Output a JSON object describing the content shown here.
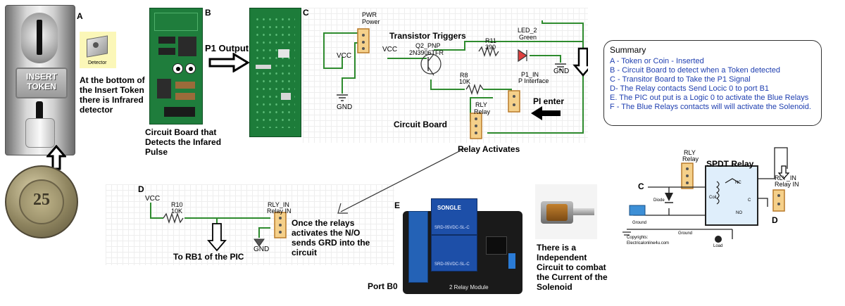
{
  "panel_a": {
    "letter": "A",
    "insert_text_1": "INSERT",
    "insert_text_2": "TOKEN",
    "coin_value": "25",
    "detector_label": "Detector",
    "caption": "At the bottom of the Insert Token there is Infrared detector"
  },
  "panel_b": {
    "letter": "B",
    "caption": "Circuit Board that Detects the Infared Pulse",
    "p1_output": "P1 Output"
  },
  "panel_c": {
    "letter": "C",
    "pwr_label_1": "PWR",
    "pwr_label_2": "Power",
    "vcc_1": "VCC",
    "vcc_2": "VCC",
    "gnd_1": "GND",
    "gnd_2": "GND",
    "transistor_triggers": "Transistor Triggers",
    "q2_label_1": "Q2_PNP",
    "q2_label_2": "2N3906TFR",
    "r11_label_1": "R11",
    "r11_label_2": "390",
    "led_label_1": "LED_2",
    "led_label_2": "Green",
    "r8_label_1": "R8",
    "r8_label_2": "10K",
    "p1_in_1": "P1_IN",
    "p1_in_2": "P Interface",
    "pi_enter": "PI enter",
    "rly_label_1": "RLY",
    "rly_label_2": "Relay",
    "circuit_board": "Circuit Board",
    "relay_activates": "Relay Activates"
  },
  "summary": {
    "title": "Summary",
    "items": [
      "A - Token or Coin - Inserted",
      "B - Circuit Board to detect when a Token detected",
      "C - Transitor Board to Take the P1 Signal",
      "D- The Relay contacts Send Locic 0 to port B1",
      "E. The PIC out put is a Logic 0 to activate the Blue Relays",
      "F - The Blue Relays contacts will will activate the Solenoid."
    ]
  },
  "panel_d": {
    "letter": "D",
    "vcc": "VCC",
    "r10_label_1": "R10",
    "r10_label_2": "10K",
    "rly_in_1": "RLY_IN",
    "rly_in_2": "Relay IN",
    "gnd": "GND",
    "to_rb1": "To RB1 of the PIC",
    "once_relays": "Once the relays activates the N/O sends GRD into the circuit"
  },
  "panel_e": {
    "letter": "E",
    "module_label": "2 Relay Module",
    "relay_brand": "SONGLE",
    "relay_spec": "SRD-05VDC-SL-C",
    "port_b0": "Port B0",
    "solenoid_caption": "There is a Independent Circuit to combat the Current of the Solenoid"
  },
  "panel_spdt": {
    "rly_1": "RLY",
    "rly_2": "Relay",
    "spdt_title": "SPDT Relay",
    "rly_in_1": "RLY_IN",
    "rly_in_2": "Relay IN",
    "c_label": "C",
    "d_label": "D",
    "diode": "Diode",
    "coil": "Coil",
    "nc": "NC",
    "no": "NO",
    "c_pin": "C",
    "ground_1": "Ground",
    "ground_2": "Ground",
    "load": "Load",
    "copyrights_1": "Copyrights:",
    "copyrights_2": "Electricalonline4u.com"
  },
  "colors": {
    "wire": "#2e8b2e",
    "pcb_green": "#1e7a3a",
    "summary_text": "#1f3fb0",
    "relay_blue": "#1d4fa8",
    "connector_orange": "#e8a040"
  }
}
